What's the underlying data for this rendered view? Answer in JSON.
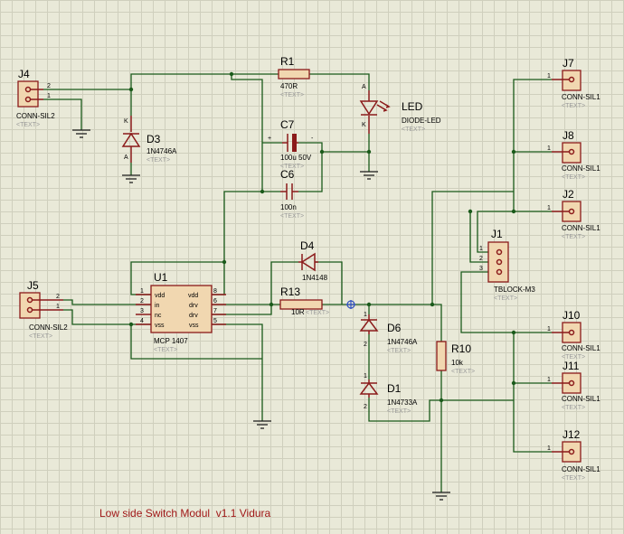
{
  "title": "Low side Switch Modul  v1.1 Vidura",
  "text_placeholder": "<TEXT>",
  "components": {
    "J4": {
      "ref": "J4",
      "value": "CONN-SIL2",
      "pins": [
        "2",
        "1"
      ]
    },
    "J5": {
      "ref": "J5",
      "value": "CONN-SIL2",
      "pins": [
        "2",
        "1"
      ]
    },
    "D3": {
      "ref": "D3",
      "value": "1N4746A",
      "anode": "A",
      "cathode": "K"
    },
    "R1": {
      "ref": "R1",
      "value": "470R"
    },
    "LED": {
      "ref": "LED",
      "value": "DIODE-LED",
      "anode": "A",
      "cathode": "K"
    },
    "C7": {
      "ref": "C7",
      "value": "100u 50V",
      "plus": "+",
      "minus": "-"
    },
    "C6": {
      "ref": "C6",
      "value": "100n"
    },
    "U1": {
      "ref": "U1",
      "value": "MCP 1407",
      "left_pins": [
        {
          "num": "1",
          "name": "vdd"
        },
        {
          "num": "2",
          "name": "in"
        },
        {
          "num": "3",
          "name": "nc"
        },
        {
          "num": "4",
          "name": "vss"
        }
      ],
      "right_pins": [
        {
          "num": "8",
          "name": "vdd"
        },
        {
          "num": "6",
          "name": "drv"
        },
        {
          "num": "7",
          "name": "drv"
        },
        {
          "num": "5",
          "name": "vss"
        }
      ]
    },
    "D4": {
      "ref": "D4",
      "value": "1N4148"
    },
    "R13": {
      "ref": "R13",
      "value": "10R"
    },
    "D6": {
      "ref": "D6",
      "value": "1N4746A",
      "pin1": "1",
      "pin2": "2"
    },
    "D1": {
      "ref": "D1",
      "value": "1N4733A",
      "pin1": "1",
      "pin2": "2"
    },
    "R10": {
      "ref": "R10",
      "value": "10k"
    },
    "J1": {
      "ref": "J1",
      "value": "TBLOCK-M3",
      "pins": [
        "1",
        "2",
        "3"
      ]
    },
    "J7": {
      "ref": "J7",
      "value": "CONN-SIL1",
      "pin": "1"
    },
    "J8": {
      "ref": "J8",
      "value": "CONN-SIL1",
      "pin": "1"
    },
    "J2": {
      "ref": "J2",
      "value": "CONN-SIL1",
      "pin": "1"
    },
    "J10": {
      "ref": "J10",
      "value": "CONN-SIL1",
      "pin": "1"
    },
    "J11": {
      "ref": "J11",
      "value": "CONN-SIL1",
      "pin": "1"
    },
    "J12": {
      "ref": "J12",
      "value": "CONN-SIL1",
      "pin": "1"
    }
  }
}
